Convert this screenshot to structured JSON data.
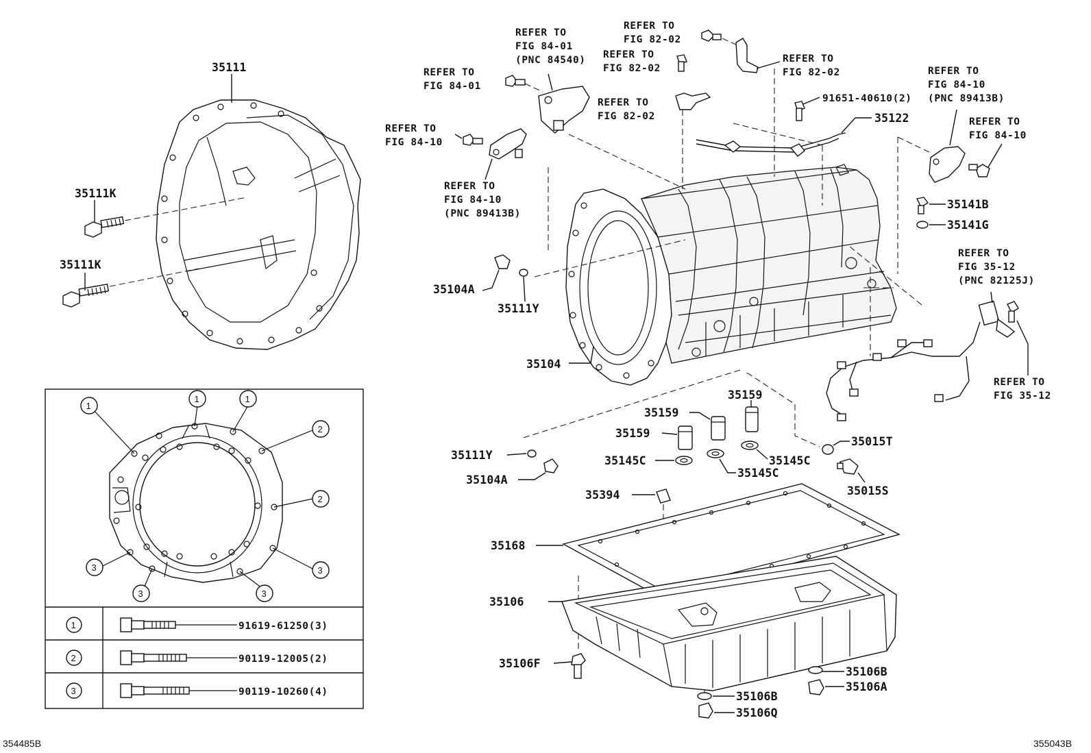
{
  "labels": {
    "p35111": "35111",
    "p35111k_a": "35111K",
    "p35111k_b": "35111K",
    "p35104a_top": "35104A",
    "p35111y_top": "35111Y",
    "p35104": "35104",
    "p35122": "35122",
    "p35141b": "35141B",
    "p35141g": "35141G",
    "p91651": "91651-40610(2)",
    "p35159_a": "35159",
    "p35159_b": "35159",
    "p35159_c": "35159",
    "p35111y_low": "35111Y",
    "p35104a_low": "35104A",
    "p35145c_a": "35145C",
    "p35145c_b": "35145C",
    "p35145c_c": "35145C",
    "p35015t": "35015T",
    "p35015s": "35015S",
    "p35394": "35394",
    "p35168": "35168",
    "p35106": "35106",
    "p35106f": "35106F",
    "p35106b_a": "35106B",
    "p35106a": "35106A",
    "p35106b_b": "35106B",
    "p35106q": "35106Q"
  },
  "refers": {
    "r1_l1": "REFER TO",
    "r1_l2": "FIG 84-01",
    "r2_l1": "REFER TO",
    "r2_l2": "FIG 84-01",
    "r2_l3": "(PNC 84540)",
    "r3_l1": "REFER TO",
    "r3_l2": "FIG 82-02",
    "r4_l1": "REFER TO",
    "r4_l2": "FIG 82-02",
    "r5_l1": "REFER TO",
    "r5_l2": "FIG 82-02",
    "r6_l1": "REFER TO",
    "r6_l2": "FIG 82-02",
    "r7_l1": "REFER TO",
    "r7_l2": "FIG 84-10",
    "r8_l1": "REFER TO",
    "r8_l2": "FIG 84-10",
    "r8_l3": "(PNC 89413B)",
    "r9_l1": "REFER TO",
    "r9_l2": "FIG 84-10",
    "r9_l3": "(PNC 89413B)",
    "r10_l1": "REFER TO",
    "r10_l2": "FIG 84-10",
    "r11_l1": "REFER TO",
    "r11_l2": "FIG 35-12",
    "r11_l3": "(PNC 82125J)",
    "r12_l1": "REFER TO",
    "r12_l2": "FIG 35-12"
  },
  "inset": {
    "markers": [
      "1",
      "2",
      "3"
    ],
    "bolt_rows": [
      {
        "marker": "1",
        "part": "91619-61250(3)"
      },
      {
        "marker": "2",
        "part": "90119-12005(2)"
      },
      {
        "marker": "3",
        "part": "90119-10260(4)"
      }
    ]
  },
  "footer": {
    "left_code": "354485B",
    "right_code": "355043B"
  }
}
